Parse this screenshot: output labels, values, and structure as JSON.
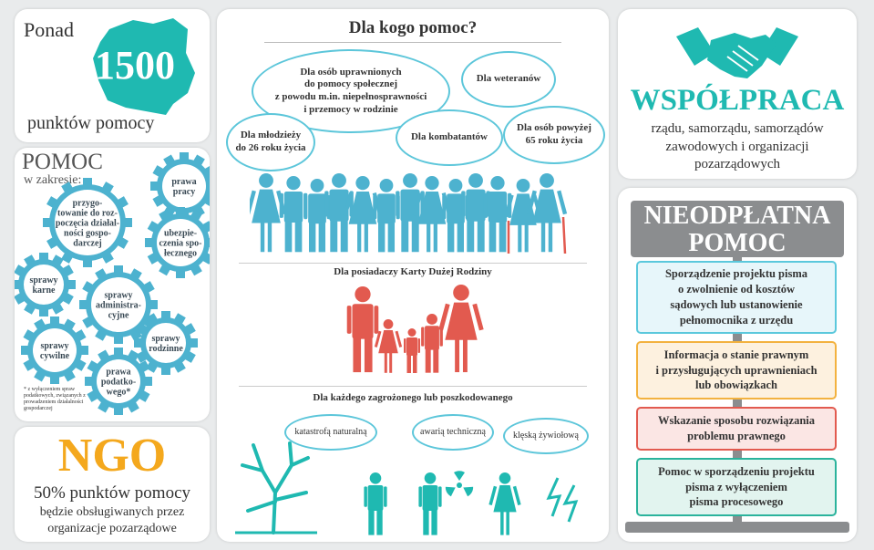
{
  "stat": {
    "prefix": "Ponad",
    "number": "1500",
    "suffix": "punktów pomocy"
  },
  "help_scope": {
    "title": "POMOC",
    "subtitle": "w zakresie:",
    "gears": [
      {
        "lines": [
          "prawa",
          "pracy"
        ]
      },
      {
        "lines": [
          "przygo-",
          "towanie do roz-",
          "poczęcia działal-",
          "ności gospo-",
          "darczej"
        ]
      },
      {
        "lines": [
          "ubezpie-",
          "czenia spo-",
          "łecznego"
        ]
      },
      {
        "lines": [
          "sprawy",
          "karne"
        ]
      },
      {
        "lines": [
          "sprawy",
          "administra-",
          "cyjne"
        ]
      },
      {
        "lines": [
          "sprawy",
          "cywilne"
        ]
      },
      {
        "lines": [
          "sprawy",
          "rodzinne"
        ]
      },
      {
        "lines": [
          "prawa",
          "podatko-",
          "wego*"
        ]
      }
    ],
    "footnote": "* z wyłączeniem spraw podatkowych, związanych z prowadzeniem działalności gospodarczej"
  },
  "ngo": {
    "title": "NGO",
    "line1": "50% punktów pomocy",
    "line2": "będzie obsługiwanych przez",
    "line3": "organizacje pozarządowe"
  },
  "middle": {
    "title": "Dla kogo pomoc?",
    "bubbles": {
      "b1": [
        "Dla osób uprawnionych",
        "do pomocy społecznej",
        "z powodu m.in. niepełnosprawności",
        "i przemocy w rodzinie"
      ],
      "b2": [
        "Dla weteranów"
      ],
      "b3": [
        "Dla młodzieży",
        "do 26 roku życia"
      ],
      "b4": [
        "Dla kombatantów"
      ],
      "b5": [
        "Dla osób powyżej",
        "65 roku życia"
      ]
    },
    "section2_title": "Dla posiadaczy Karty Dużej Rodziny",
    "section3_title": "Dla każdego zagrożonego lub poszkodowanego",
    "threats": [
      "katastrofą naturalną",
      "awarią techniczną",
      "klęską żywiołową"
    ]
  },
  "cooperation": {
    "title": "WSPÓŁPRACA",
    "lines": [
      "rządu, samorządu, samorządów",
      "zawodowych i organizacji",
      "pozarządowych"
    ]
  },
  "legal": {
    "title1": "NIEODPŁATNA",
    "title2": "POMOC PRAWNA",
    "items": [
      {
        "lines": [
          "Sporządzenie projektu pisma",
          "o zwolnienie od kosztów",
          "sądowych lub ustanowienie",
          "pełnomocnika z urzędu"
        ],
        "border": "#5bc8dc",
        "fill": "#e7f6fa"
      },
      {
        "lines": [
          "Informacja o stanie prawnym",
          "i przysługujących uprawnieniach",
          "lub obowiązkach"
        ],
        "border": "#f3b23f",
        "fill": "#fdf1df"
      },
      {
        "lines": [
          "Wskazanie sposobu rozwiązania",
          "problemu prawnego"
        ],
        "border": "#e25a4f",
        "fill": "#fbe6e4"
      },
      {
        "lines": [
          "Pomoc w sporządzeniu projektu",
          "pisma z wyłączeniem",
          "pisma procesowego"
        ],
        "border": "#2bb39c",
        "fill": "#e2f4ef"
      }
    ]
  },
  "colors": {
    "teal": "#1fb9b1",
    "blue": "#4db2cf",
    "red": "#e25a4f",
    "orange": "#f4a81d",
    "gray": "#8b8d8f"
  }
}
